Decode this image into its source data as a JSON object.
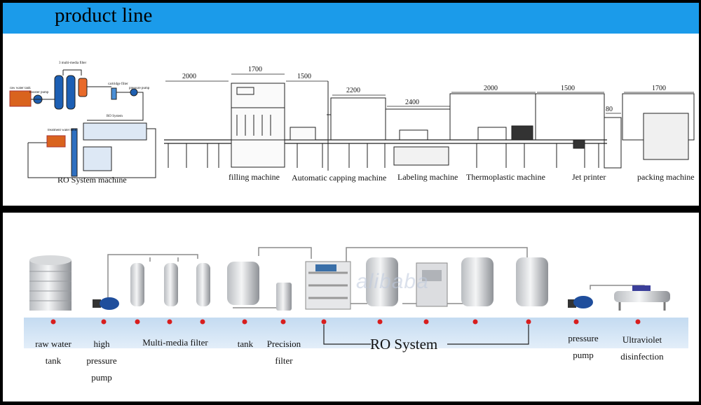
{
  "header": {
    "title": "product line"
  },
  "top_line": {
    "ro_label": "RO System machine",
    "ro_parts": [
      "raw water tank",
      "booster pump",
      "3 multi-media filter",
      "cartridge filter",
      "pressure pump",
      "RO System",
      "treatment water tank"
    ],
    "machines": [
      {
        "id": "filling",
        "label": "filling machine"
      },
      {
        "id": "capping",
        "label": "Automatic capping machine"
      },
      {
        "id": "labeling",
        "label": "Labeling machine"
      },
      {
        "id": "thermo",
        "label": "Thermoplastic machine"
      },
      {
        "id": "jet",
        "label": "Jet printer"
      },
      {
        "id": "packing",
        "label": "packing machine"
      }
    ],
    "dimensions": [
      "2000",
      "1700",
      "1500",
      "2200",
      "2400",
      "2000",
      "1500",
      "80",
      "1700"
    ]
  },
  "bottom_line": {
    "labels": {
      "raw_tank": [
        "raw water",
        "tank"
      ],
      "hp_pump": [
        "high",
        "pressure",
        "pump"
      ],
      "mm_filter": "Multi-media filter",
      "tank": "tank",
      "precision": [
        "Precision",
        "filter"
      ],
      "ro": "RO System",
      "pressure_pump": [
        "pressure",
        "pump"
      ],
      "uv": [
        "Ultraviolet",
        "disinfection"
      ]
    },
    "watermark": "alibaba"
  },
  "colors": {
    "header": "#1b9bea",
    "band": "#c9dff3",
    "dot": "#d81e1e"
  }
}
